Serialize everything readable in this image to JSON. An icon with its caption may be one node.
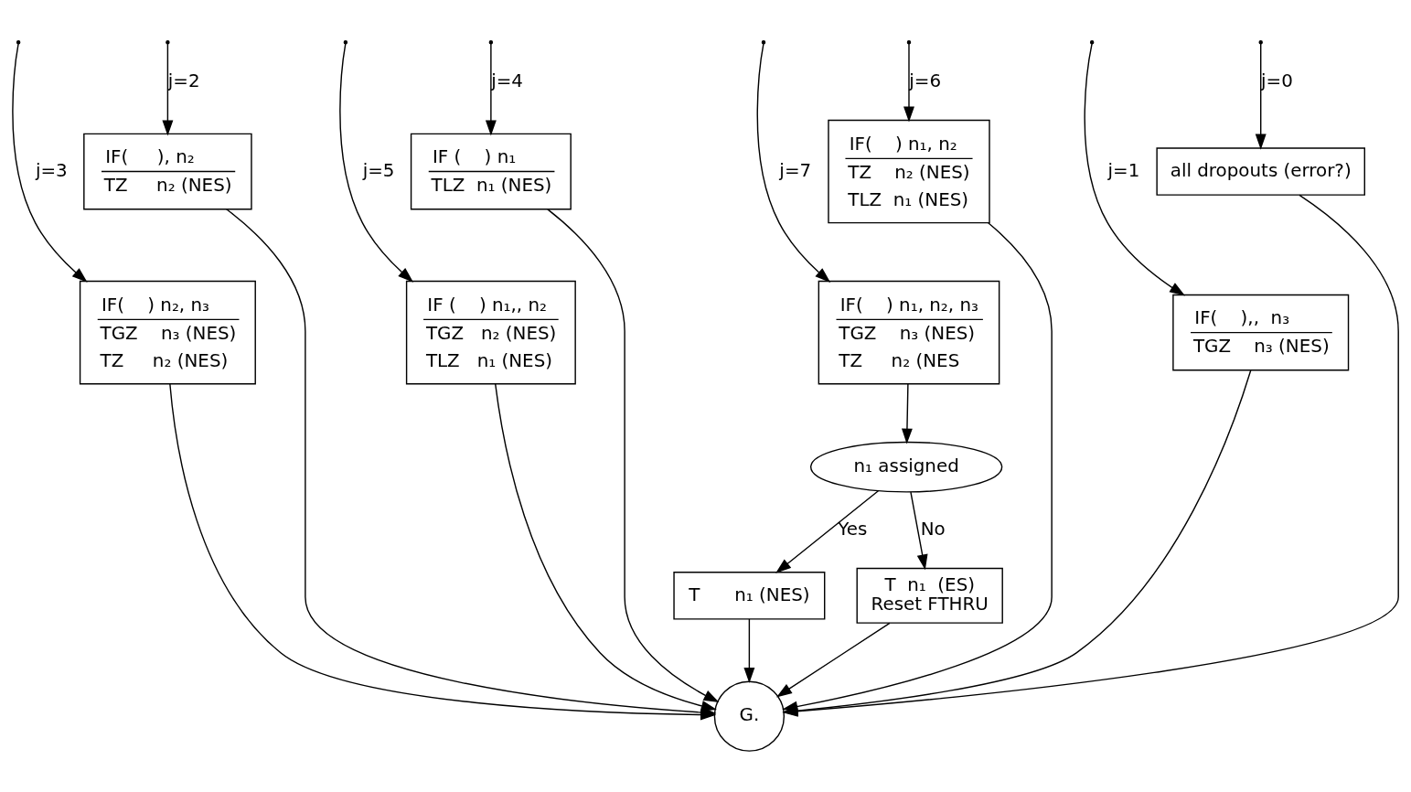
{
  "diagram": {
    "nodes": [
      {
        "text": [
          "all dropouts (error?)"
        ]
      },
      {
        "text": [
          "IF(     ), n₂",
          "TZ     n₂ (NES)"
        ]
      },
      {
        "text": [
          "IF (    ) n₁",
          "TLZ  n₁ (NES)"
        ]
      },
      {
        "text": [
          "IF(    ) n₁, n₂",
          "TZ    n₂ (NES)",
          "TLZ  n₁ (NES)"
        ]
      },
      {
        "text": [
          "IF(    ),,  n₃",
          "TGZ    n₃ (NES)"
        ]
      },
      {
        "text": [
          "IF(    ) n₂, n₃",
          "TGZ    n₃ (NES)",
          "TZ     n₂ (NES)"
        ]
      },
      {
        "text": [
          "IF (    ) n₁,, n₂",
          "TGZ   n₂ (NES)",
          "TLZ   n₁ (NES)"
        ]
      },
      {
        "text": [
          "IF(    ) n₁, n₂, n₃",
          "TGZ    n₃ (NES)",
          "TZ     n₂ (NES"
        ]
      },
      {
        "text": [
          "n₁ assigned"
        ]
      },
      {
        "text": [
          "T      n₁ (NES)"
        ]
      },
      {
        "text": [
          "G."
        ]
      },
      {
        "text": [
          "T  n₁  (ES)",
          "Reset FTHRU"
        ]
      }
    ],
    "edges": [
      {
        "from": null,
        "to": 0,
        "arrow": "to",
        "label": "j=0"
      },
      {
        "from": null,
        "to": 4,
        "arrow": "to",
        "label": "j=1"
      },
      {
        "from": null,
        "to": 1,
        "arrow": "to",
        "label": "j=2"
      },
      {
        "from": null,
        "to": 5,
        "arrow": "to",
        "label": "j=3"
      },
      {
        "from": null,
        "to": 2,
        "arrow": "to",
        "label": "j=4"
      },
      {
        "from": null,
        "to": 6,
        "arrow": "to",
        "label": "j=5"
      },
      {
        "from": null,
        "to": 3,
        "arrow": "to",
        "label": "j=6"
      },
      {
        "from": null,
        "to": 7,
        "arrow": "to",
        "label": "j=7"
      },
      {
        "from": 0,
        "to": 10,
        "arrow": "to"
      },
      {
        "from": 4,
        "to": 10,
        "arrow": "to"
      },
      {
        "from": 1,
        "to": 10,
        "arrow": "to"
      },
      {
        "from": 5,
        "to": 10,
        "arrow": "to"
      },
      {
        "from": 2,
        "to": 10,
        "arrow": "to"
      },
      {
        "from": 6,
        "to": 10,
        "arrow": "to"
      },
      {
        "from": 3,
        "to": 10,
        "arrow": "to"
      },
      {
        "from": 7,
        "to": 8,
        "arrow": "to"
      },
      {
        "from": 8,
        "to": 9,
        "arrow": "to",
        "label": "Yes"
      },
      {
        "from": 8,
        "to": 11,
        "arrow": "to",
        "label": "No"
      },
      {
        "from": 9,
        "to": 10,
        "arrow": "to"
      },
      {
        "from": 11,
        "to": 10,
        "arrow": "to"
      }
    ]
  }
}
